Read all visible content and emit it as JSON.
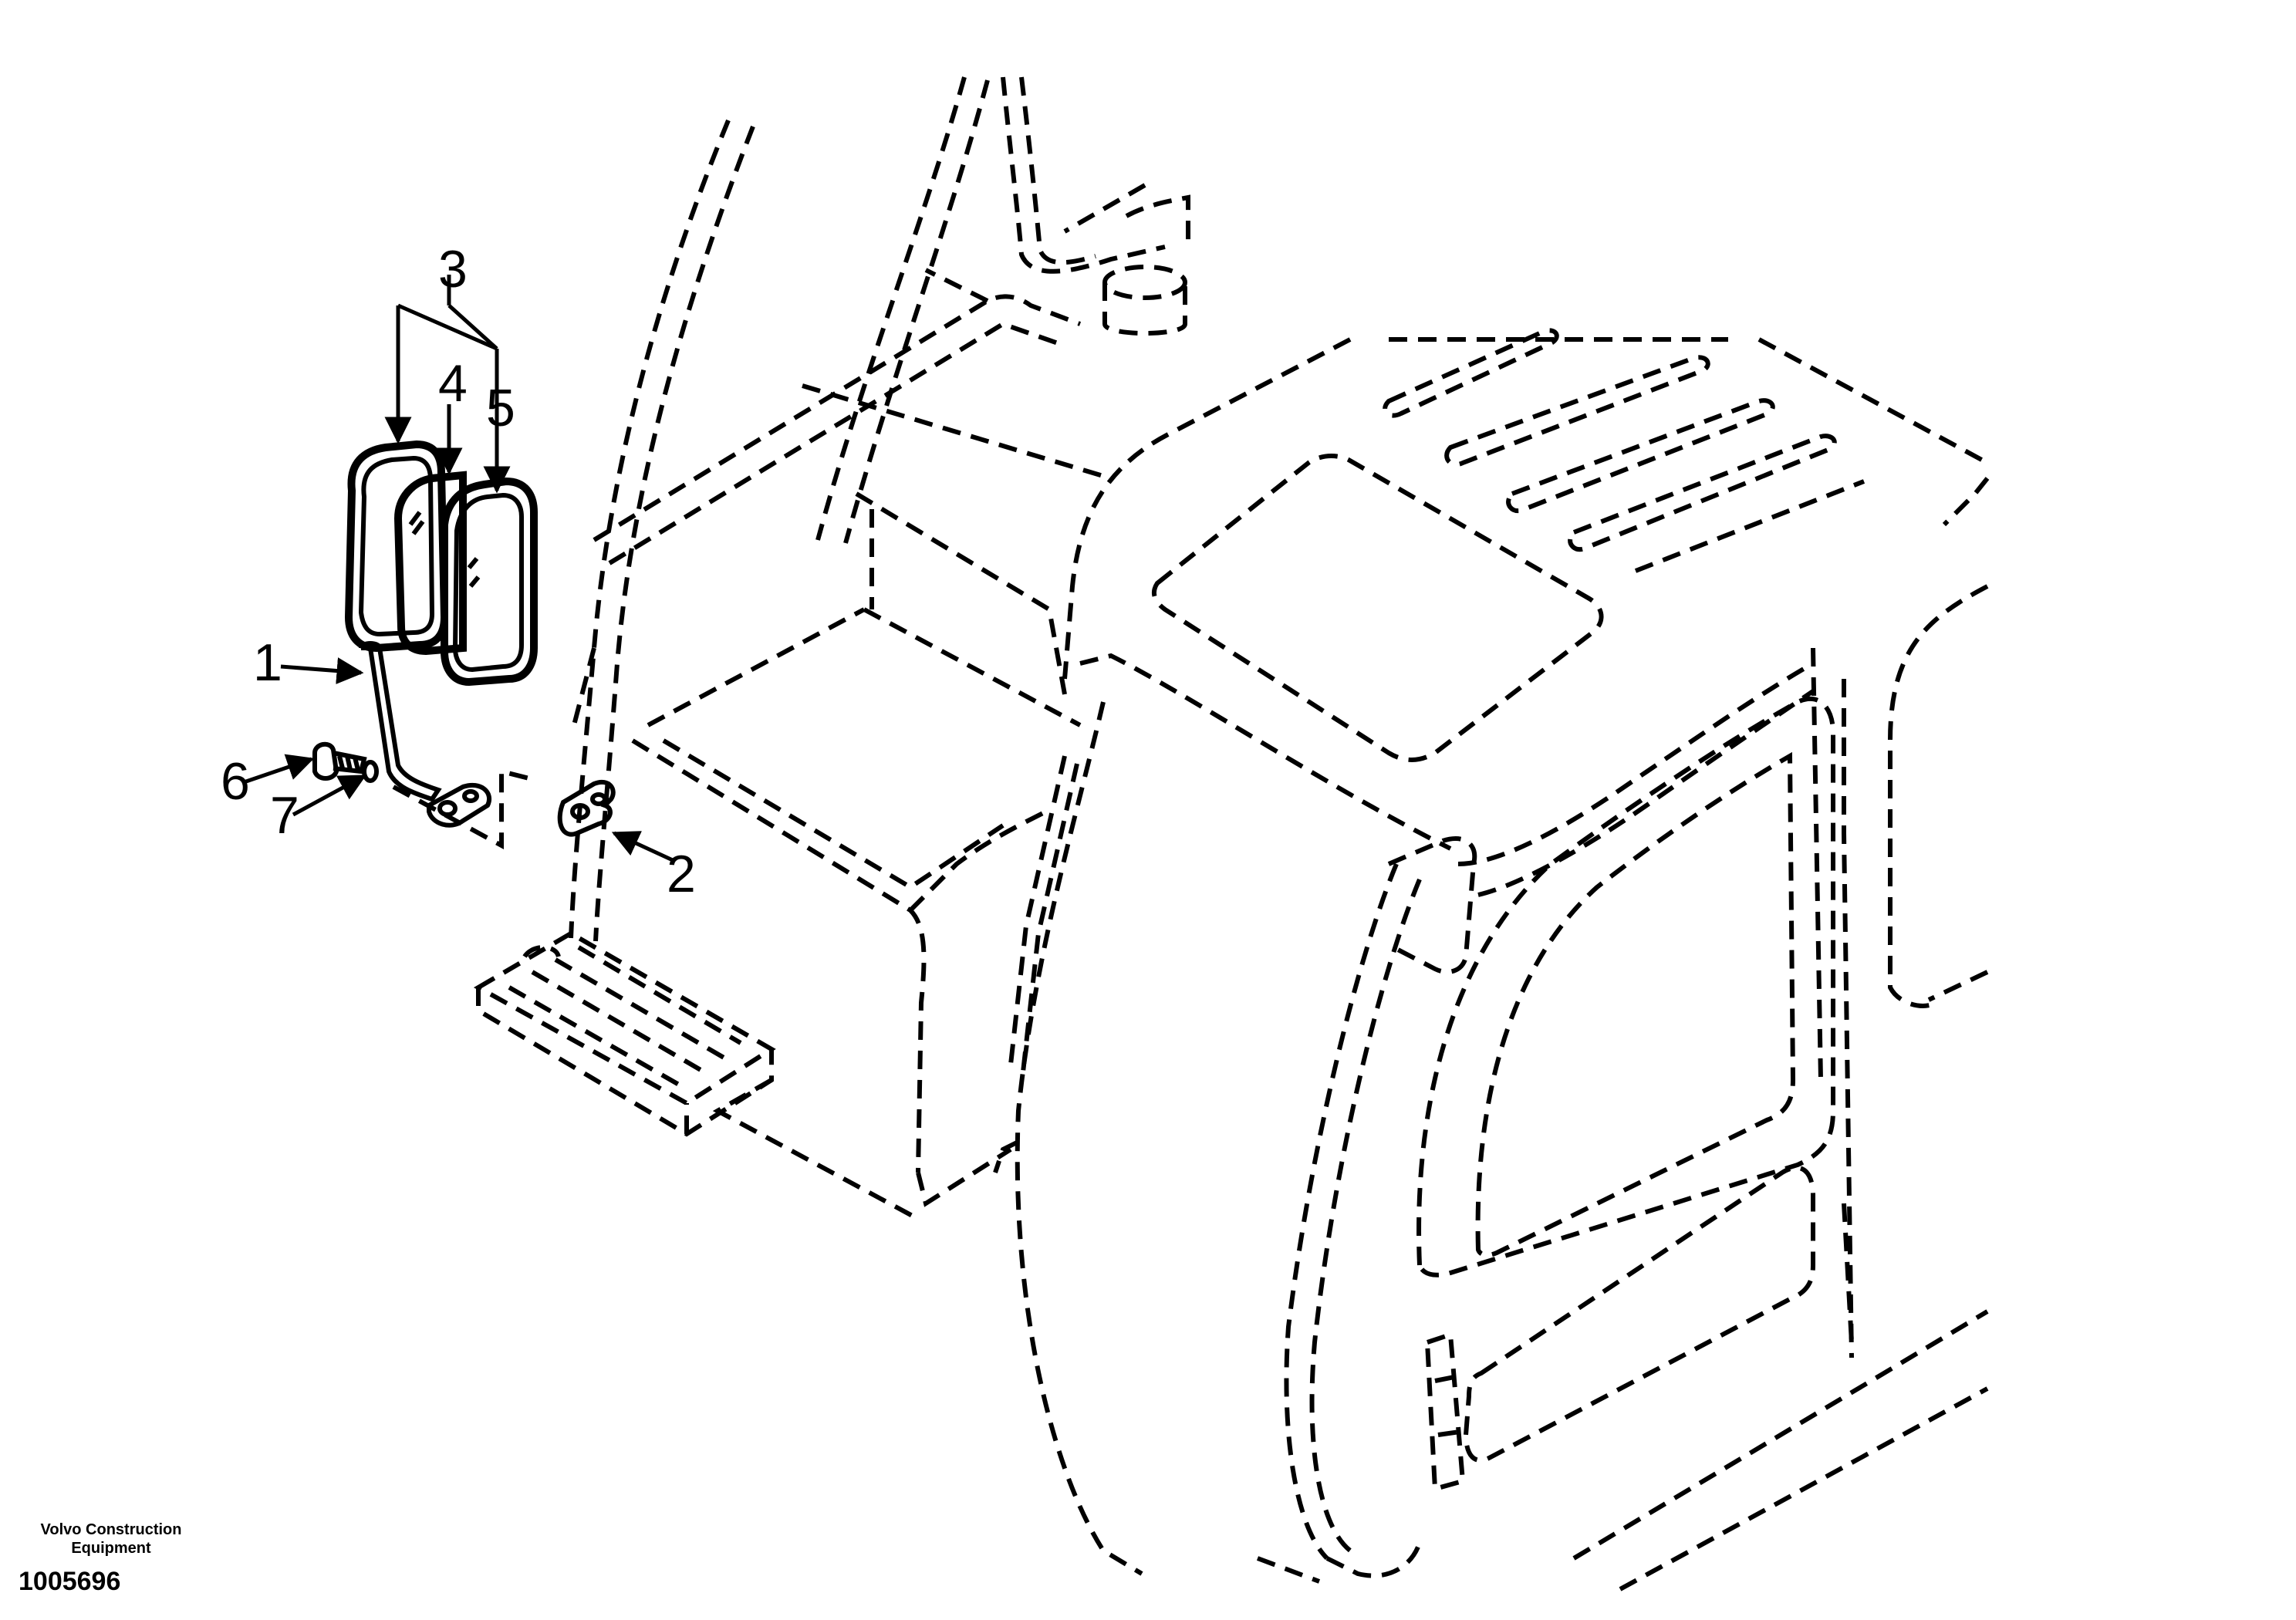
{
  "callouts": [
    {
      "id": "1",
      "label": "1"
    },
    {
      "id": "2",
      "label": "2"
    },
    {
      "id": "3",
      "label": "3"
    },
    {
      "id": "4",
      "label": "4"
    },
    {
      "id": "5",
      "label": "5"
    },
    {
      "id": "6",
      "label": "6"
    },
    {
      "id": "7",
      "label": "7"
    }
  ],
  "footer": {
    "company_line1": "Volvo Construction",
    "company_line2": "Equipment",
    "figure_number": "1005696"
  }
}
